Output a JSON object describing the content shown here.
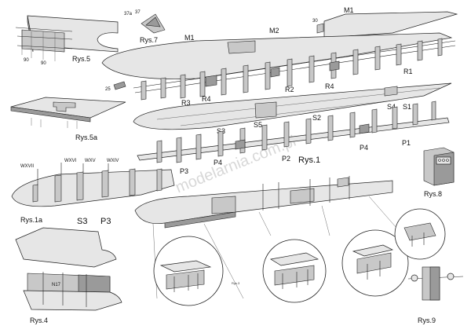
{
  "watermark": "modelarnia.com.pl",
  "figures": {
    "rys5": "Rys.5",
    "rys7": "Rys.7",
    "rys5a": "Rys.5a",
    "rys1": "Rys.1",
    "rys1a": "Rys.1a",
    "rys8": "Rys.8",
    "rys4": "Rys.4",
    "rys3": "Rys.3",
    "rys9": "Rys.9"
  },
  "labels": {
    "m1_top": "M1",
    "m1": "M1",
    "m2": "M2",
    "n30": "30",
    "n25": "25",
    "n37a": "37a",
    "n37": "37",
    "r1": "R1",
    "r2": "R2",
    "r3": "R3",
    "r4a": "R4",
    "r4b": "R4",
    "s1": "S1",
    "s2": "S2",
    "s3": "S3",
    "s4": "S4",
    "s5": "S5",
    "p1": "P1",
    "p2": "P2",
    "p3": "P3",
    "p4a": "P4",
    "p4b": "P4",
    "wxvii": "WXVII",
    "wxvi": "WXVI",
    "wxv": "WXV",
    "wxiv": "WXIV",
    "s3_big": "S3",
    "p3_big": "P3",
    "n17": "N17"
  }
}
